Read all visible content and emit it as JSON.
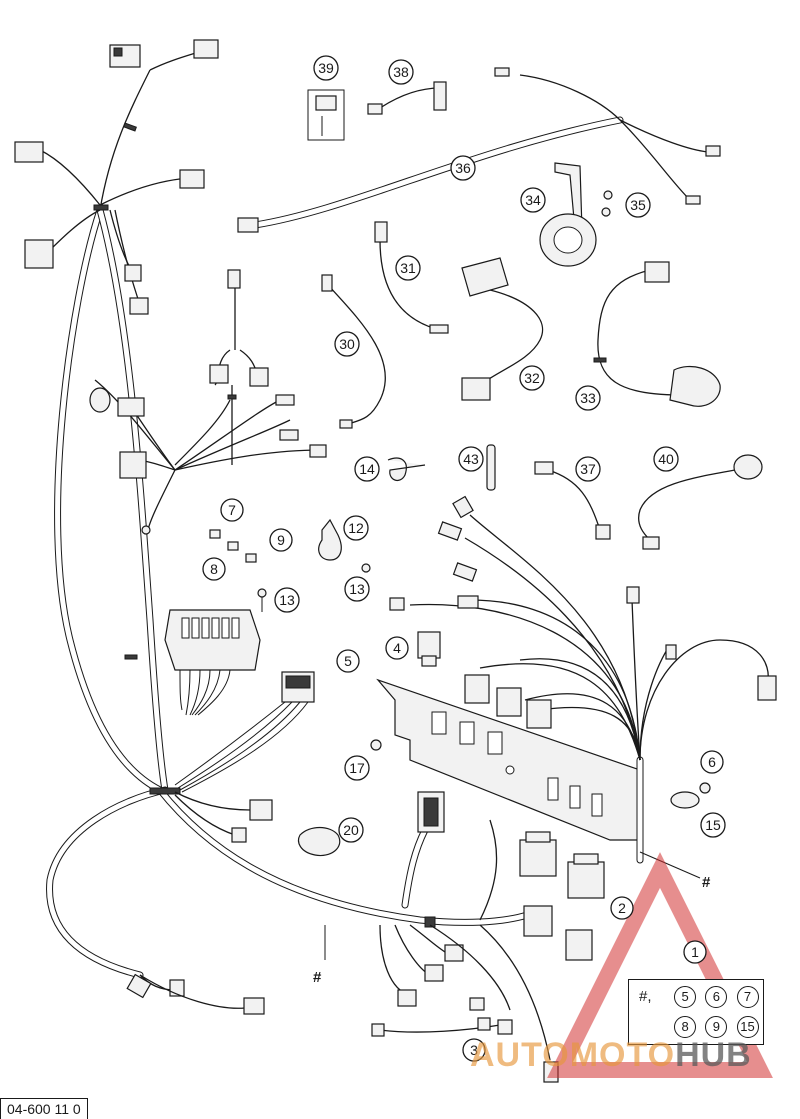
{
  "drawing_number": "04-600 11 0",
  "callouts": [
    "1",
    "2",
    "3",
    "4",
    "5",
    "6",
    "7",
    "8",
    "9",
    "12",
    "13",
    "13",
    "14",
    "15",
    "17",
    "20",
    "30",
    "31",
    "32",
    "33",
    "34",
    "35",
    "36",
    "37",
    "38",
    "39",
    "40",
    "43"
  ],
  "hash_marks": [
    "#",
    "#"
  ],
  "legend": {
    "row1_prefix": "#,",
    "row1": [
      "5",
      "6",
      "7"
    ],
    "row2": [
      "8",
      "9",
      "15"
    ]
  },
  "watermark": {
    "part1": "AUTOMOTO",
    "part2": "HUB"
  },
  "colors": {
    "line": "#1a1a1a",
    "watermark_orange": "#e6963c",
    "watermark_red": "#d23232",
    "watermark_gray": "#5a5a5a"
  }
}
